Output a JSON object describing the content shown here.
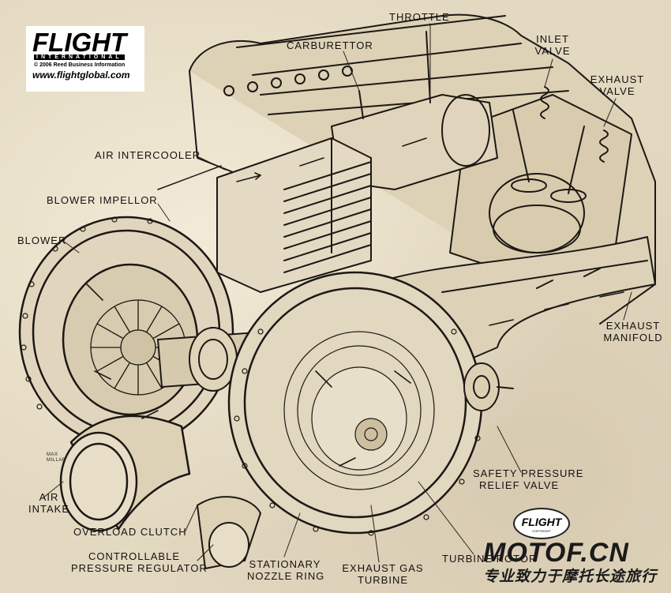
{
  "logo": {
    "word": "FLIGHT",
    "sub": "INTERNATIONAL",
    "copyright": "© 2006 Reed Business Information",
    "url": "www.flightglobal.com"
  },
  "labels": {
    "throttle": "THROTTLE",
    "carburettor": "CARBURETTOR",
    "inlet_valve_1": "INLET",
    "inlet_valve_2": "VALVE",
    "exhaust_valve_1": "EXHAUST",
    "exhaust_valve_2": "VALVE",
    "air_intercooler": "AIR INTERCOOLER",
    "blower_impellor": "BLOWER IMPELLOR",
    "blower": "BLOWER",
    "exhaust_manifold_1": "EXHAUST",
    "exhaust_manifold_2": "MANIFOLD",
    "safety_valve_1": "SAFETY PRESSURE",
    "safety_valve_2": "RELIEF VALVE",
    "air_intake_1": "AIR",
    "air_intake_2": "INTAKE",
    "overload_clutch": "OVERLOAD CLUTCH",
    "pressure_regulator_1": "CONTROLLABLE",
    "pressure_regulator_2": "PRESSURE REGULATOR",
    "nozzle_ring_1": "STATIONARY",
    "nozzle_ring_2": "NOZZLE RING",
    "exhaust_gas_turbine_1": "EXHAUST GAS",
    "exhaust_gas_turbine_2": "TURBINE",
    "turbine_rotor": "TURBINE ROTOR"
  },
  "signature": {
    "line1": "MAX",
    "line2": "MILLAR"
  },
  "badge": {
    "word": "FLIGHT",
    "copy": "COPYRIGHT"
  },
  "watermark": {
    "title": "MOTOF.CN",
    "subtitle": "专业致力于摩托长途旅行"
  },
  "colors": {
    "ink": "#141210",
    "paper": "#e3d8c0"
  }
}
